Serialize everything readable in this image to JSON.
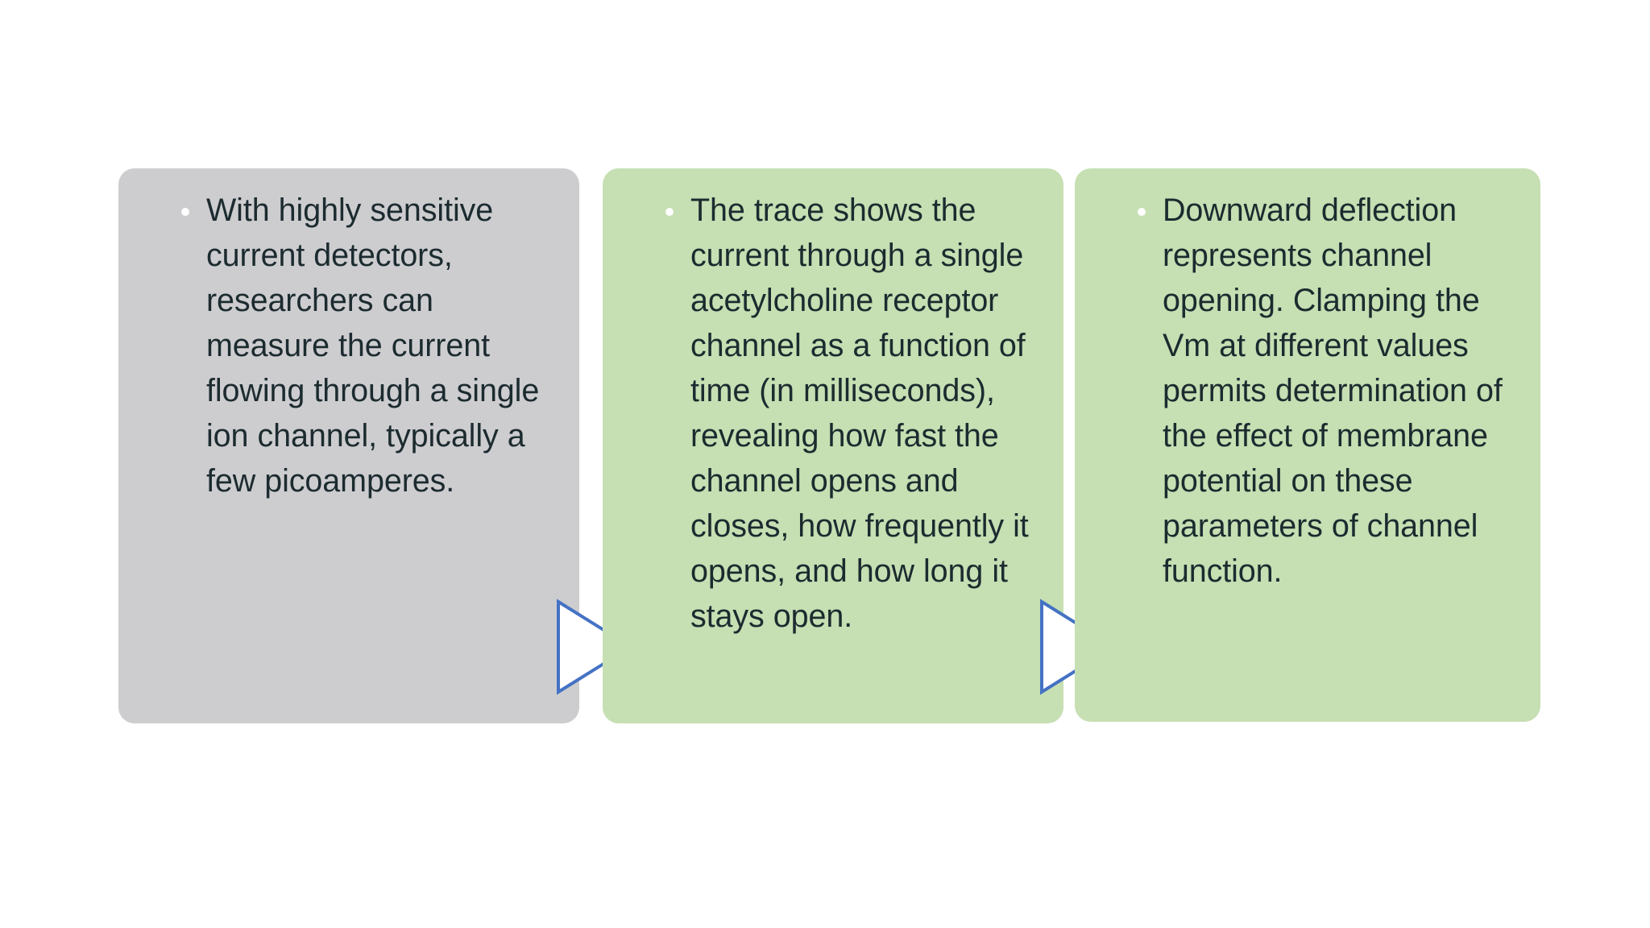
{
  "slide": {
    "background_color": "#ffffff",
    "layout": "three-step-process-chevron"
  },
  "colors": {
    "box_gray": "#cdcdd0",
    "box_green": "#c6dfb3",
    "text": "#1c2b2f",
    "bullet": "#ffffff",
    "arrow_outline": "#4472c4",
    "arrow_fill": "#ffffff"
  },
  "steps": [
    {
      "id": "step-1",
      "fill": "#cdcdd0",
      "bullet": "•",
      "text": "With highly sensitive current detectors, researchers can measure the current flowing through a single ion channel, typically a few picoamperes."
    },
    {
      "id": "step-2",
      "fill": "#c6dfb3",
      "bullet": "•",
      "text": "The trace shows the current through a single acetylcholine receptor channel as a function of time (in milliseconds), revealing how fast the channel opens and closes, how frequently it opens, and how long it stays open."
    },
    {
      "id": "step-3",
      "fill": "#c6dfb3",
      "bullet": "•",
      "text": "Downward deflection represents channel opening. Clamping the Vm at different values permits determination of the effect of membrane potential on these parameters of channel function."
    }
  ],
  "connectors": [
    {
      "id": "connector-1",
      "icon": "arrow-right-triangle-icon",
      "direction": "right"
    },
    {
      "id": "connector-2",
      "icon": "arrow-right-triangle-icon",
      "direction": "right"
    }
  ]
}
